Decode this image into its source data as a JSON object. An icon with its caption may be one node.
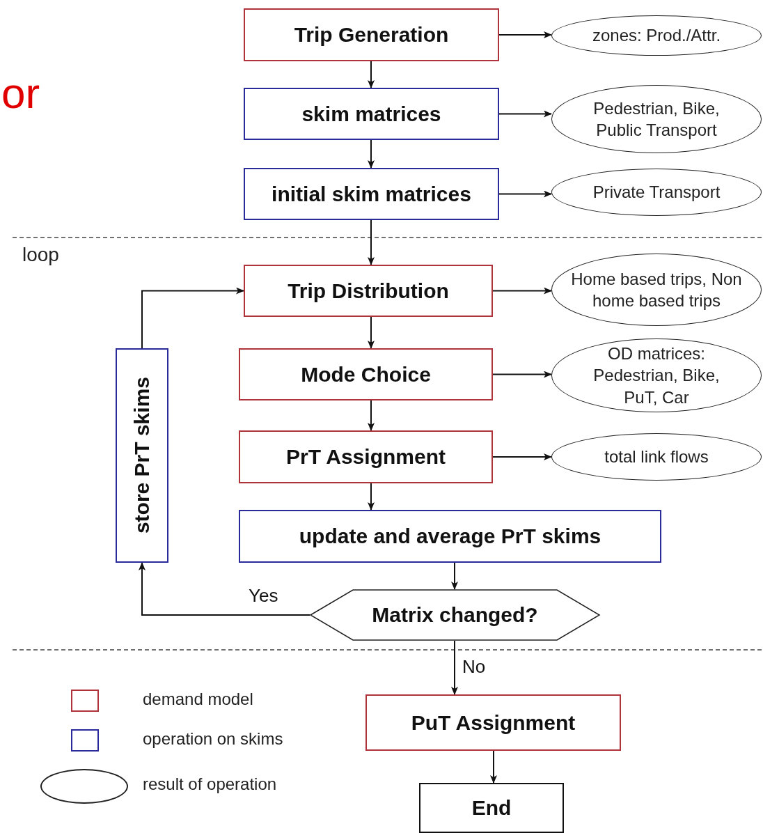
{
  "diagram": {
    "nodes": [
      {
        "text": [
          "Trip Generation"
        ]
      },
      {
        "text": [
          "zones: Prod./Attr."
        ]
      },
      {
        "text": [
          "skim matrices"
        ]
      },
      {
        "text": [
          "Pedestrian, Bike, Public Transport"
        ]
      },
      {
        "text": [
          "initial skim matrices"
        ]
      },
      {
        "text": [
          "Private Transport"
        ]
      },
      {
        "text": [
          "Trip Distribution"
        ]
      },
      {
        "text": [
          "Home based trips, Non home based trips"
        ]
      },
      {
        "text": [
          "Mode Choice"
        ]
      },
      {
        "text": [
          "OD matrices: Pedestrian, Bike, PuT, Car"
        ]
      },
      {
        "text": [
          "PrT Assignment"
        ]
      },
      {
        "text": [
          "total link flows"
        ]
      },
      {
        "text": [
          "update and average PrT skims"
        ]
      },
      {
        "text": [
          "Matrix changed?"
        ]
      },
      {
        "text": [
          "store PrT skims"
        ]
      },
      {
        "text": [
          "PuT Assignment"
        ]
      },
      {
        "text": [
          "End"
        ]
      }
    ],
    "edges": [
      {
        "from": 0,
        "to": 2,
        "arrow": "to"
      },
      {
        "from": 2,
        "to": 4,
        "arrow": "to"
      },
      {
        "from": 4,
        "to": 6,
        "arrow": "to"
      },
      {
        "from": 6,
        "to": 8,
        "arrow": "to"
      },
      {
        "from": 8,
        "to": 10,
        "arrow": "to"
      },
      {
        "from": 10,
        "to": 12,
        "arrow": "to"
      },
      {
        "from": 12,
        "to": 13,
        "arrow": "to"
      },
      {
        "from": 13,
        "to": 14,
        "arrow": "to",
        "label": "Yes"
      },
      {
        "from": 14,
        "to": 6,
        "arrow": "to"
      },
      {
        "from": 13,
        "to": 15,
        "arrow": "to",
        "label": "No"
      },
      {
        "from": 15,
        "to": 16,
        "arrow": "to"
      },
      {
        "from": 0,
        "to": 1,
        "arrow": "to"
      },
      {
        "from": 2,
        "to": 3,
        "arrow": "to"
      },
      {
        "from": 4,
        "to": 5,
        "arrow": "to"
      },
      {
        "from": 6,
        "to": 7,
        "arrow": "to"
      },
      {
        "from": 8,
        "to": 9,
        "arrow": "to"
      },
      {
        "from": 10,
        "to": 11,
        "arrow": "to"
      }
    ],
    "labels": [
      "or",
      "loop"
    ],
    "legend": [
      {
        "text": "demand model",
        "color": "#b0323a"
      },
      {
        "text": "operation on skims",
        "color": "#2a2a9a"
      },
      {
        "text": "result of operation"
      }
    ]
  }
}
